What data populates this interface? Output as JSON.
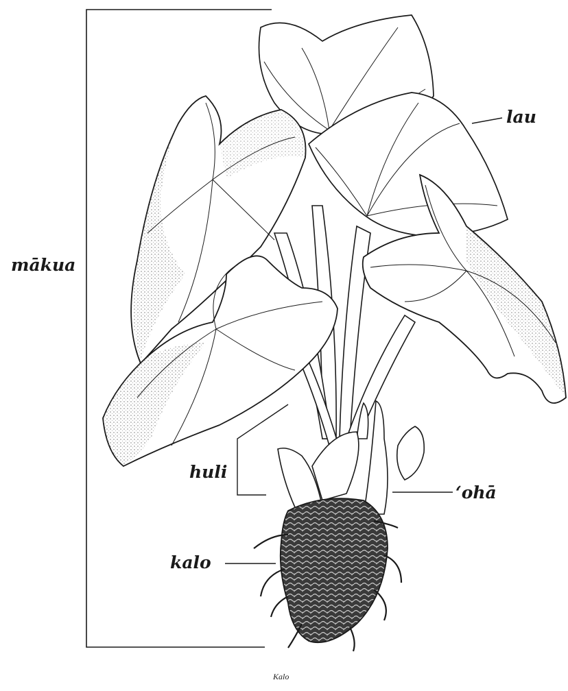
{
  "labels": {
    "makua": "mākua",
    "lau": "lau",
    "huli": "huli",
    "oha": "‘ohā",
    "kalo": "kalo"
  },
  "caption": "Kalo",
  "colors": {
    "ink": "#1a1a1a",
    "paper": "#ffffff",
    "stipple": "#6a6a6a"
  }
}
